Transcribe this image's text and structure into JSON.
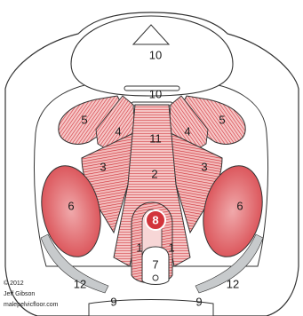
{
  "colors": {
    "muscle_red": "#d2343b",
    "muscle_light": "#f2b7b7",
    "muscle_mid": "#e27a7f",
    "outline": "#333333",
    "bone_fill": "#ffffff",
    "bone_gray": "#bfc2c4",
    "background": "#ffffff"
  },
  "labels": {
    "n10_top": "10",
    "n10_mid": "10",
    "n11": "11",
    "n5_left": "5",
    "n5_right": "5",
    "n4_left": "4",
    "n4_right": "4",
    "n3_left": "3",
    "n3_right": "3",
    "n2": "2",
    "n6_left": "6",
    "n6_right": "6",
    "n8": "8",
    "n1_left": "1",
    "n1_right": "1",
    "n7": "7",
    "n12_left": "12",
    "n12_right": "12",
    "n9_left": "9",
    "n9_right": "9"
  },
  "credits": {
    "copyright": "© 2012",
    "author": "Jeff Gibson",
    "website": "malepelvicfloor.com"
  }
}
